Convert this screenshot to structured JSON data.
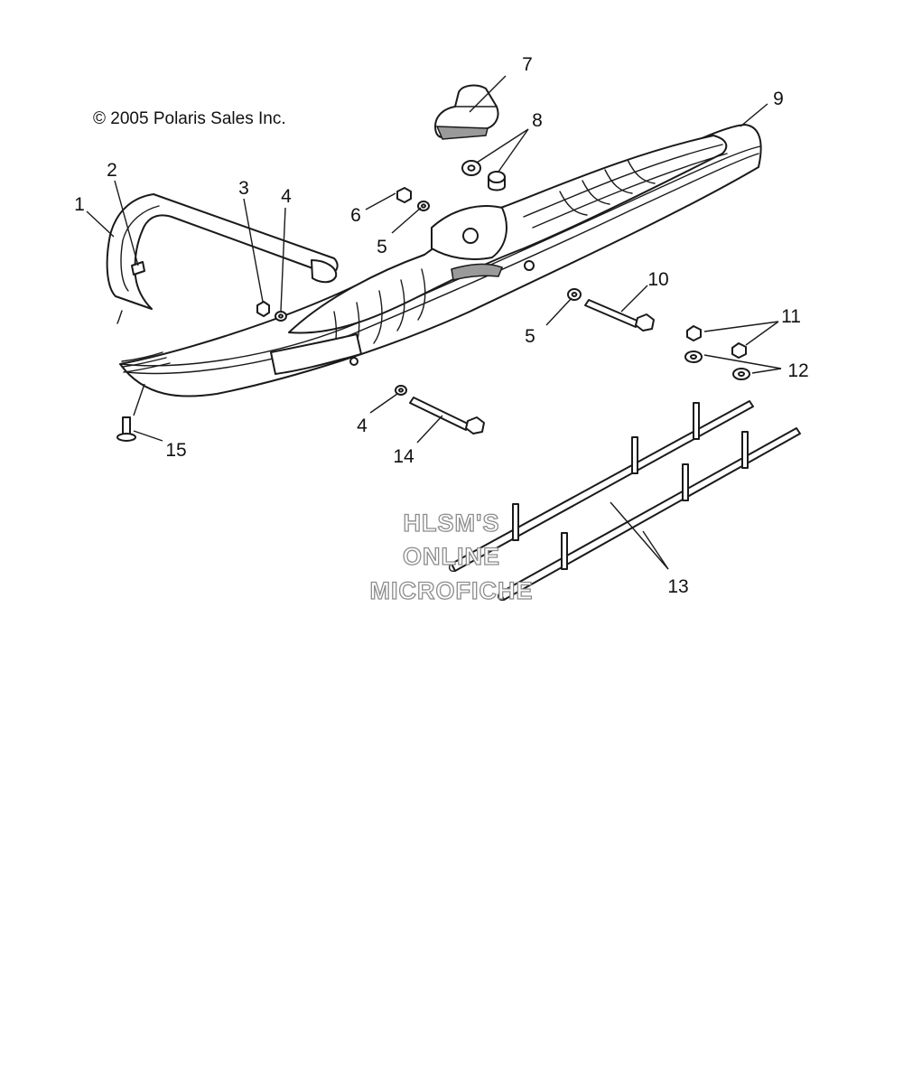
{
  "copyright": "© 2005 Polaris Sales Inc.",
  "watermark": [
    "HLSM'S",
    "ONLINE",
    "MICROFICHE"
  ],
  "callouts": [
    "1",
    "2",
    "3",
    "4",
    "4",
    "5",
    "5",
    "6",
    "7",
    "8",
    "9",
    "10",
    "11",
    "12",
    "13",
    "14",
    "15"
  ],
  "parts": [
    {
      "number": "1",
      "icon": "ski-handle-loop-icon"
    },
    {
      "number": "2",
      "icon": "rivet-icon"
    },
    {
      "number": "3",
      "icon": "nut-icon"
    },
    {
      "number": "4",
      "icon": "washer-icon"
    },
    {
      "number": "5",
      "icon": "washer-icon"
    },
    {
      "number": "6",
      "icon": "nut-icon"
    },
    {
      "number": "7",
      "icon": "ski-saddle-block-icon"
    },
    {
      "number": "8",
      "icon": "bushing-icon"
    },
    {
      "number": "9",
      "icon": "ski-body-icon"
    },
    {
      "number": "10",
      "icon": "bolt-icon"
    },
    {
      "number": "11",
      "icon": "nut-icon"
    },
    {
      "number": "12",
      "icon": "washer-icon"
    },
    {
      "number": "13",
      "icon": "carbide-runner-icon"
    },
    {
      "number": "14",
      "icon": "bolt-icon"
    },
    {
      "number": "15",
      "icon": "rivet-icon"
    }
  ],
  "colors": {
    "line": "#1a1a1a",
    "watermark_outline": "#8c8c8c",
    "background": "#ffffff"
  }
}
